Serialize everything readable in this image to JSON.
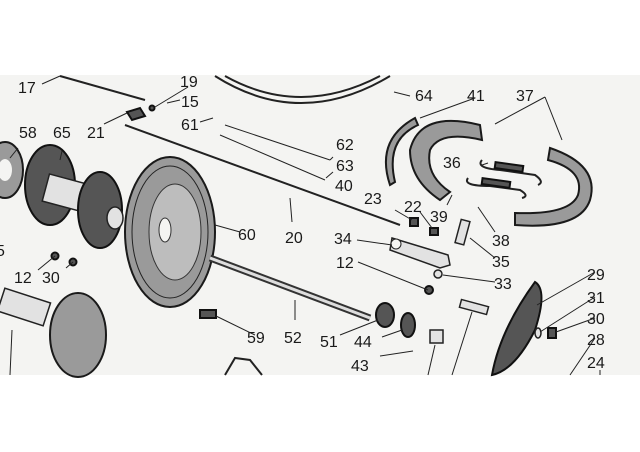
{
  "diagram": {
    "title": "Rear wheel hub and brake assembly exploded view",
    "labels": {
      "p17": "17",
      "p19": "19",
      "p15": "15",
      "p21": "21",
      "p61": "61",
      "p58": "58",
      "p65": "65",
      "p62": "62",
      "p63": "63",
      "p40": "40",
      "p64": "64",
      "p41": "41",
      "p37": "37",
      "p36": "36",
      "p23": "23",
      "p22": "22",
      "p39": "39",
      "p38": "38",
      "p34": "34",
      "p35": "35",
      "p12a": "12",
      "p30a": "30",
      "p5": "5",
      "p60": "60",
      "p20": "20",
      "p12b": "12",
      "p33": "33",
      "p29": "29",
      "p31": "31",
      "p30b": "30",
      "p28": "28",
      "p24": "24",
      "p59": "59",
      "p52": "52",
      "p51": "51",
      "p44": "44",
      "p43": "43"
    }
  }
}
